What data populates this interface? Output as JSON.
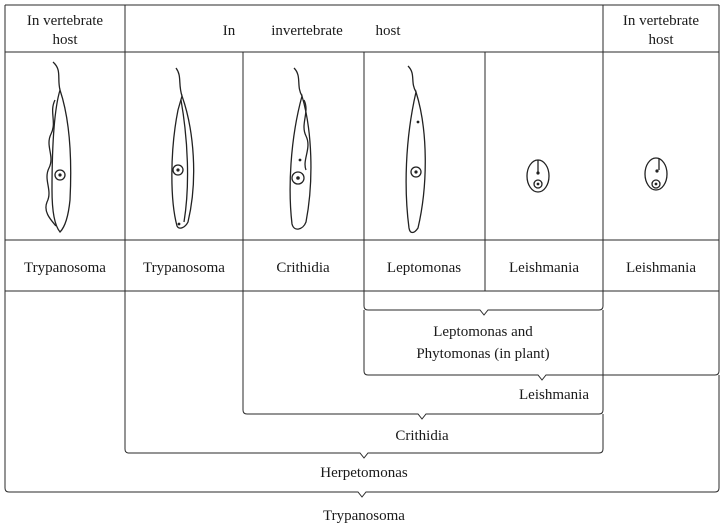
{
  "header": {
    "left_line1": "In vertebrate",
    "left_line2": "host",
    "mid_word1": "In",
    "mid_word2": "invertebrate",
    "mid_word3": "host",
    "right_line1": "In vertebrate",
    "right_line2": "host"
  },
  "columns": [
    {
      "label": "Trypanosoma",
      "icon": "trypanosoma-organism-icon"
    },
    {
      "label": "Trypanosoma",
      "icon": "trypanosoma-form-icon"
    },
    {
      "label": "Crithidia",
      "icon": "crithidia-organism-icon"
    },
    {
      "label": "Leptomonas",
      "icon": "leptomonas-organism-icon"
    },
    {
      "label": "Leishmania",
      "icon": "leishmania-organism-icon"
    },
    {
      "label": "Leishmania",
      "icon": "leishmania-organism-icon"
    }
  ],
  "brackets": {
    "leptomonas_line1": "Leptomonas and",
    "leptomonas_line2": "Phytomonas (in plant)",
    "leishmania": "Leishmania",
    "crithidia": "Crithidia",
    "herpetomonas": "Herpetomonas",
    "trypanosoma": "Trypanosoma"
  }
}
